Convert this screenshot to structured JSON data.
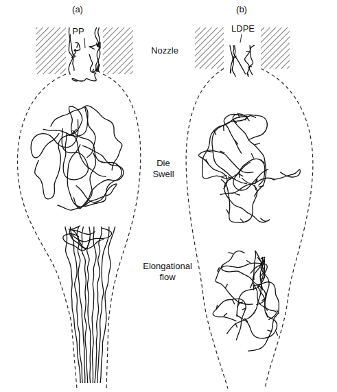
{
  "diagram": {
    "labels": [
      "(a)",
      "(b)",
      "PP",
      "LDPE",
      "Nozzle",
      "Die Swell",
      "Elongational flow"
    ]
  }
}
